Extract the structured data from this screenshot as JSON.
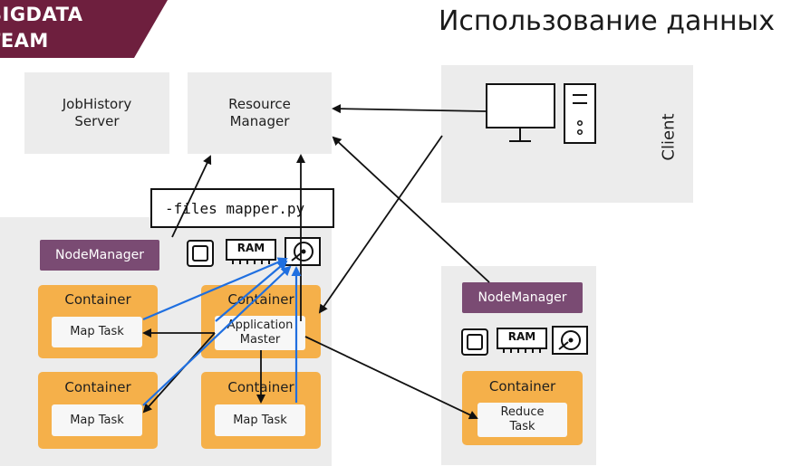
{
  "logo": {
    "line1": "BIGDATA",
    "line2": "TEAM"
  },
  "title": "Использование данных",
  "jobhistory": "JobHistory\nServer",
  "resource_manager": "Resource\nManager",
  "client": "Client",
  "files_cmd": "-files mapper.py",
  "node_left": {
    "nodemanager": "NodeManager",
    "ram": "RAM",
    "containers": [
      {
        "label": "Container",
        "task": "Map Task"
      },
      {
        "label": "Container",
        "task": "Application\nMaster"
      },
      {
        "label": "Container",
        "task": "Map Task"
      },
      {
        "label": "Container",
        "task": "Map Task"
      }
    ]
  },
  "node_right": {
    "nodemanager": "NodeManager",
    "ram": "RAM",
    "container": {
      "label": "Container",
      "task": "Reduce\nTask"
    }
  },
  "colors": {
    "logo": "#6e1f3e",
    "nodemanager": "#7a4b73",
    "container": "#f5b04a",
    "node_bg": "#ececec",
    "blue_arrow": "#1f6fe0"
  }
}
